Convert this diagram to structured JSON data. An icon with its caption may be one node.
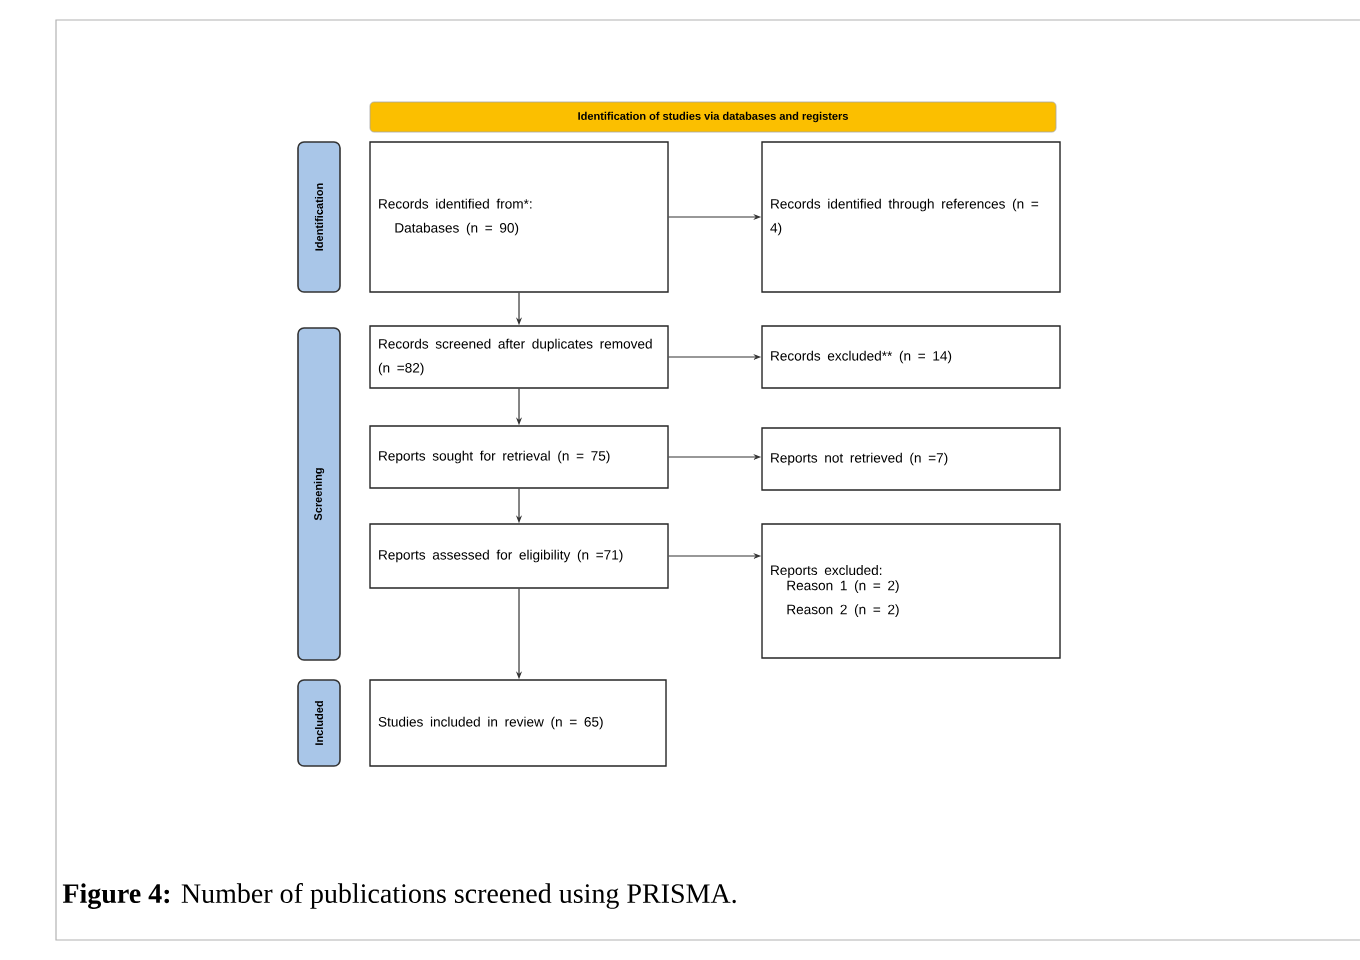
{
  "diagram": {
    "caption": "**Figure 4:** Number of publications screened using PRISMA.",
    "nodes": [
      {
        "text": [
          "Identification of studies via databases and registers"
        ]
      },
      {
        "text": [
          "Identification"
        ]
      },
      {
        "text": [
          "Screening"
        ]
      },
      {
        "text": [
          "Included"
        ]
      },
      {
        "text": [
          "Records identified from*:",
          "Databases (n = 90)"
        ]
      },
      {
        "text": [
          "Records identified through references (n = 4)"
        ]
      },
      {
        "text": [
          "Records screened after duplicates removed (n =82)"
        ]
      },
      {
        "text": [
          "Records excluded** (n = 14)"
        ]
      },
      {
        "text": [
          "Reports sought for retrieval (n = 75)"
        ]
      },
      {
        "text": [
          "Reports not retrieved (n =7)"
        ]
      },
      {
        "text": [
          "Reports assessed for eligibility (n =71)"
        ]
      },
      {
        "text": [
          "Reports excluded:",
          "Reason 1 (n = 2)",
          "Reason 2 (n = 2)"
        ]
      },
      {
        "text": [
          "Studies included in review (n = 65)"
        ]
      }
    ],
    "edges": [
      {
        "from": 4,
        "to": 5,
        "arrow": "to"
      },
      {
        "from": 4,
        "to": 6,
        "arrow": "to"
      },
      {
        "from": 6,
        "to": 7,
        "arrow": "to"
      },
      {
        "from": 6,
        "to": 8,
        "arrow": "to"
      },
      {
        "from": 8,
        "to": 9,
        "arrow": "to"
      },
      {
        "from": 8,
        "to": 10,
        "arrow": "to"
      },
      {
        "from": 10,
        "to": 11,
        "arrow": "to"
      },
      {
        "from": 10,
        "to": 12,
        "arrow": "to"
      }
    ]
  }
}
